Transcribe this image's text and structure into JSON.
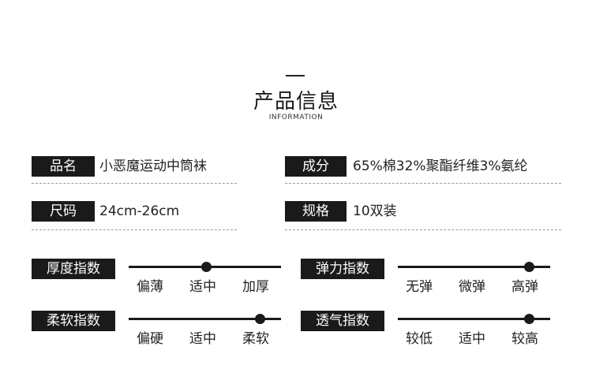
{
  "header": {
    "title": "产品信息",
    "subtitle": "INFORMATION"
  },
  "specs": {
    "name": {
      "label": "品名",
      "value": "小恶魔运动中筒袜"
    },
    "material": {
      "label": "成分",
      "value": "65%棉32%聚酯纤维3%氨纶"
    },
    "size": {
      "label": "尺码",
      "value": "24cm-26cm"
    },
    "package": {
      "label": "规格",
      "value": "10双装"
    }
  },
  "indices": {
    "thickness": {
      "label": "厚度指数",
      "levels": [
        "偏薄",
        "适中",
        "加厚"
      ],
      "selected": "适中"
    },
    "elasticity": {
      "label": "弹力指数",
      "levels": [
        "无弹",
        "微弹",
        "高弹"
      ],
      "selected": "高弹"
    },
    "softness": {
      "label": "柔软指数",
      "levels": [
        "偏硬",
        "适中",
        "柔软"
      ],
      "selected": "柔软"
    },
    "breathability": {
      "label": "透气指数",
      "levels": [
        "较低",
        "适中",
        "较高"
      ],
      "selected": "较高"
    }
  },
  "colors": {
    "accent": "#1a1a1a",
    "text": "#222222",
    "divider": "#9a9a9a"
  }
}
